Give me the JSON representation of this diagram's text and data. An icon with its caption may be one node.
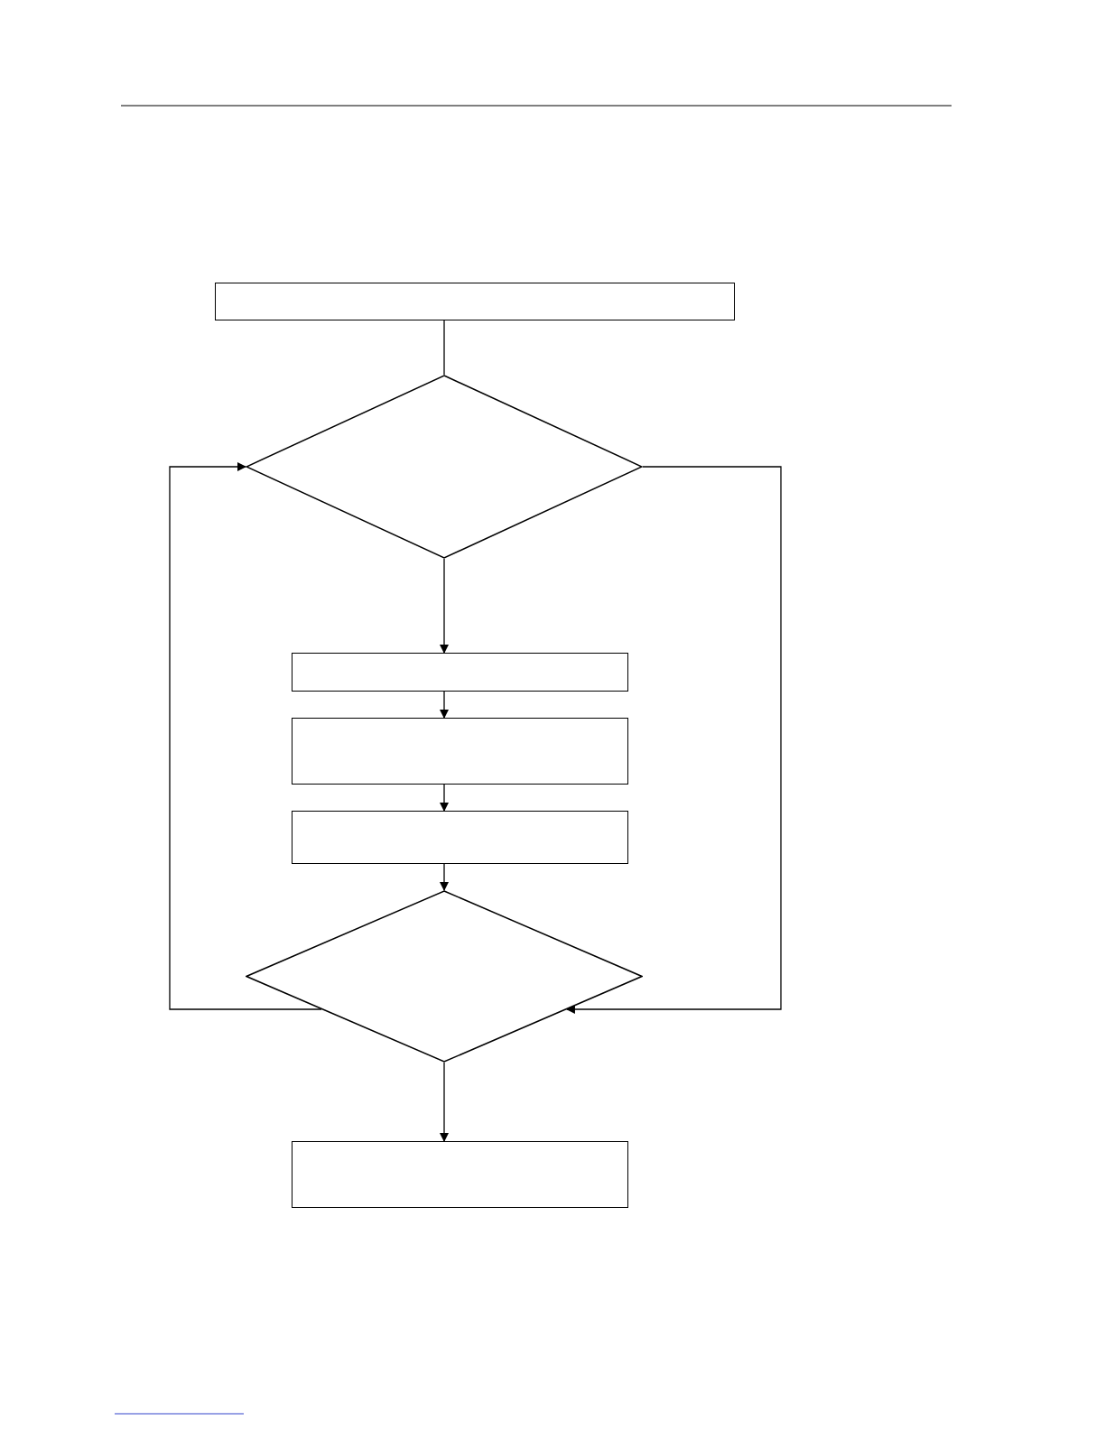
{
  "diagram": {
    "nodes": [
      {
        "text": [],
        "shape": "box"
      },
      {
        "text": [],
        "shape": "diamond"
      },
      {
        "text": [],
        "shape": "box"
      },
      {
        "text": [],
        "shape": "box"
      },
      {
        "text": [],
        "shape": "box"
      },
      {
        "text": [],
        "shape": "diamond"
      },
      {
        "text": [],
        "shape": "box"
      }
    ],
    "edges": [
      {
        "from": 0,
        "to": 1,
        "arrow": "none"
      },
      {
        "from": 1,
        "to": 2,
        "arrow": "to"
      },
      {
        "from": 2,
        "to": 3,
        "arrow": "to"
      },
      {
        "from": 3,
        "to": 4,
        "arrow": "to"
      },
      {
        "from": 4,
        "to": 5,
        "arrow": "to"
      },
      {
        "from": 5,
        "to": 6,
        "arrow": "to"
      },
      {
        "from": 5,
        "to": 1,
        "arrow": "to"
      },
      {
        "from": 1,
        "to": 5,
        "arrow": "to"
      }
    ]
  }
}
